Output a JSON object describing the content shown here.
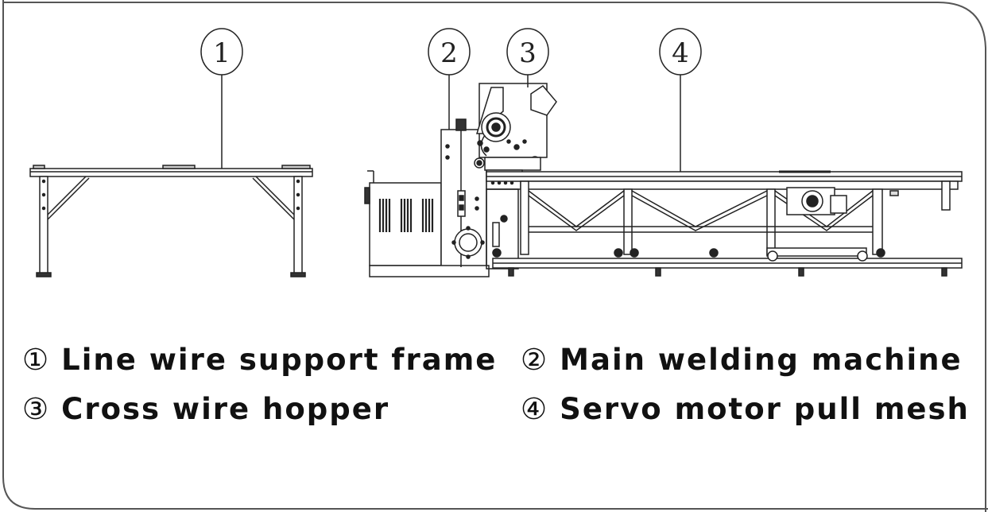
{
  "callouts": [
    "1",
    "2",
    "3",
    "4"
  ],
  "legend": [
    {
      "marker": "①",
      "label": "Line wire support frame"
    },
    {
      "marker": "②",
      "label": "Main welding machine"
    },
    {
      "marker": "③",
      "label": "Cross wire hopper"
    },
    {
      "marker": "④",
      "label": "Servo motor pull mesh"
    }
  ]
}
